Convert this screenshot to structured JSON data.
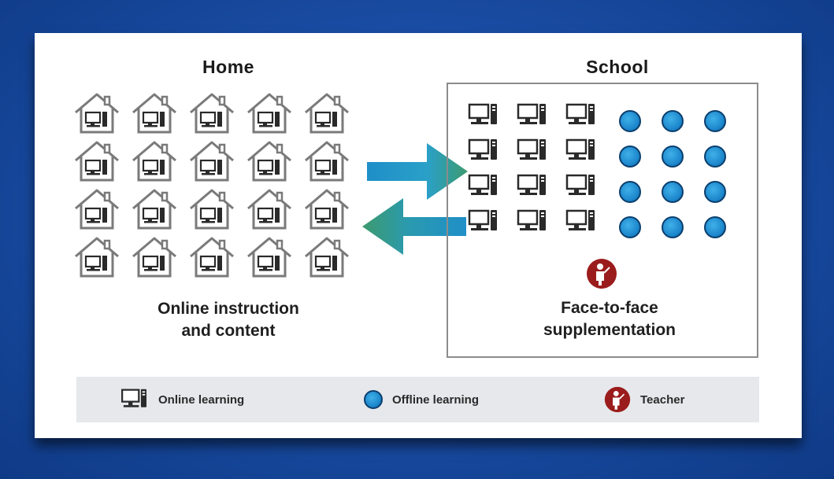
{
  "home": {
    "title": "Home",
    "caption_line1": "Online instruction",
    "caption_line2": "and content",
    "house_rows": 4,
    "house_cols": 5
  },
  "school": {
    "title": "School",
    "caption_line1": "Face-to-face",
    "caption_line2": "supplementation",
    "computer_rows": 4,
    "computer_cols": 3,
    "dot_rows": 4,
    "dot_cols": 3
  },
  "legend": {
    "online_label": "Online learning",
    "offline_label": "Offline learning",
    "teacher_label": "Teacher"
  },
  "colors": {
    "offline_dot": "#1c86cc",
    "teacher_badge": "#9b1c1c",
    "arrow_to_school": "#1f8fc8",
    "arrow_to_home": "#3d9a6e"
  }
}
